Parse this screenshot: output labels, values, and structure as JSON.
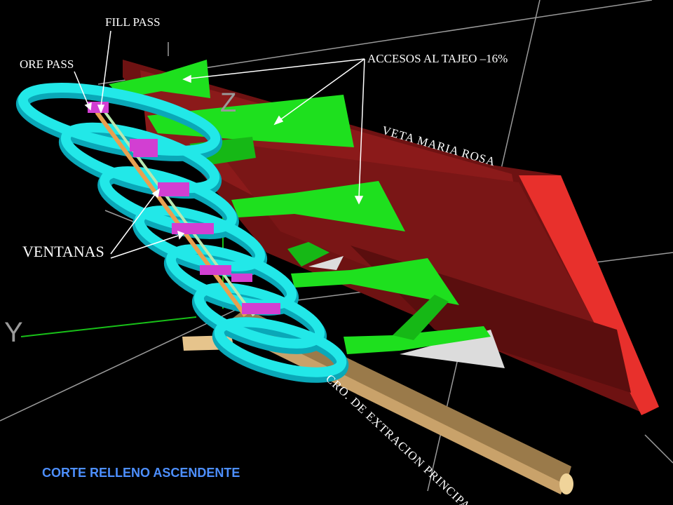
{
  "labels": {
    "fill_pass": "FILL PASS",
    "ore_pass": "ORE PASS",
    "accesos": "ACCESOS AL TAJEO –16%",
    "veta": "VETA MARIA ROSA",
    "ventanas": "VENTANAS",
    "cro": "CRO. DE EXTRACION PRINCIPAL",
    "title": "CORTE RELLENO ASCENDENTE"
  },
  "axes": {
    "z": "Z",
    "y": "Y"
  },
  "colors": {
    "background": "#000000",
    "vein": "#8b1a1a",
    "vein_face": "#e8302c",
    "ramp": "#22e8e8",
    "access": "#1ee01e",
    "window": "#d23fd2",
    "drift": "#c9a26a",
    "title_text": "#4d8fff"
  }
}
